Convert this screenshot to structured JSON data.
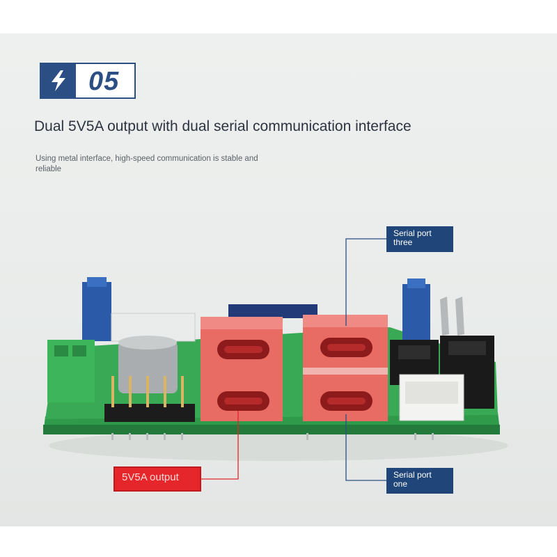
{
  "badge": {
    "icon": "lightning-bolt-icon",
    "number": "05",
    "color": "#2b4e84"
  },
  "headline": "Dual 5V5A output with dual serial communication interface",
  "subtext": "Using metal interface, high-speed communication is stable and reliable",
  "callouts": {
    "serial_three": "Serial port three",
    "serial_one": "Serial port one",
    "power": "5V5A output"
  },
  "colors": {
    "label_blue": "#1f4579",
    "label_red": "#e5262a",
    "board_green": "#2f9a4a",
    "usb_red": "#e86b64"
  }
}
